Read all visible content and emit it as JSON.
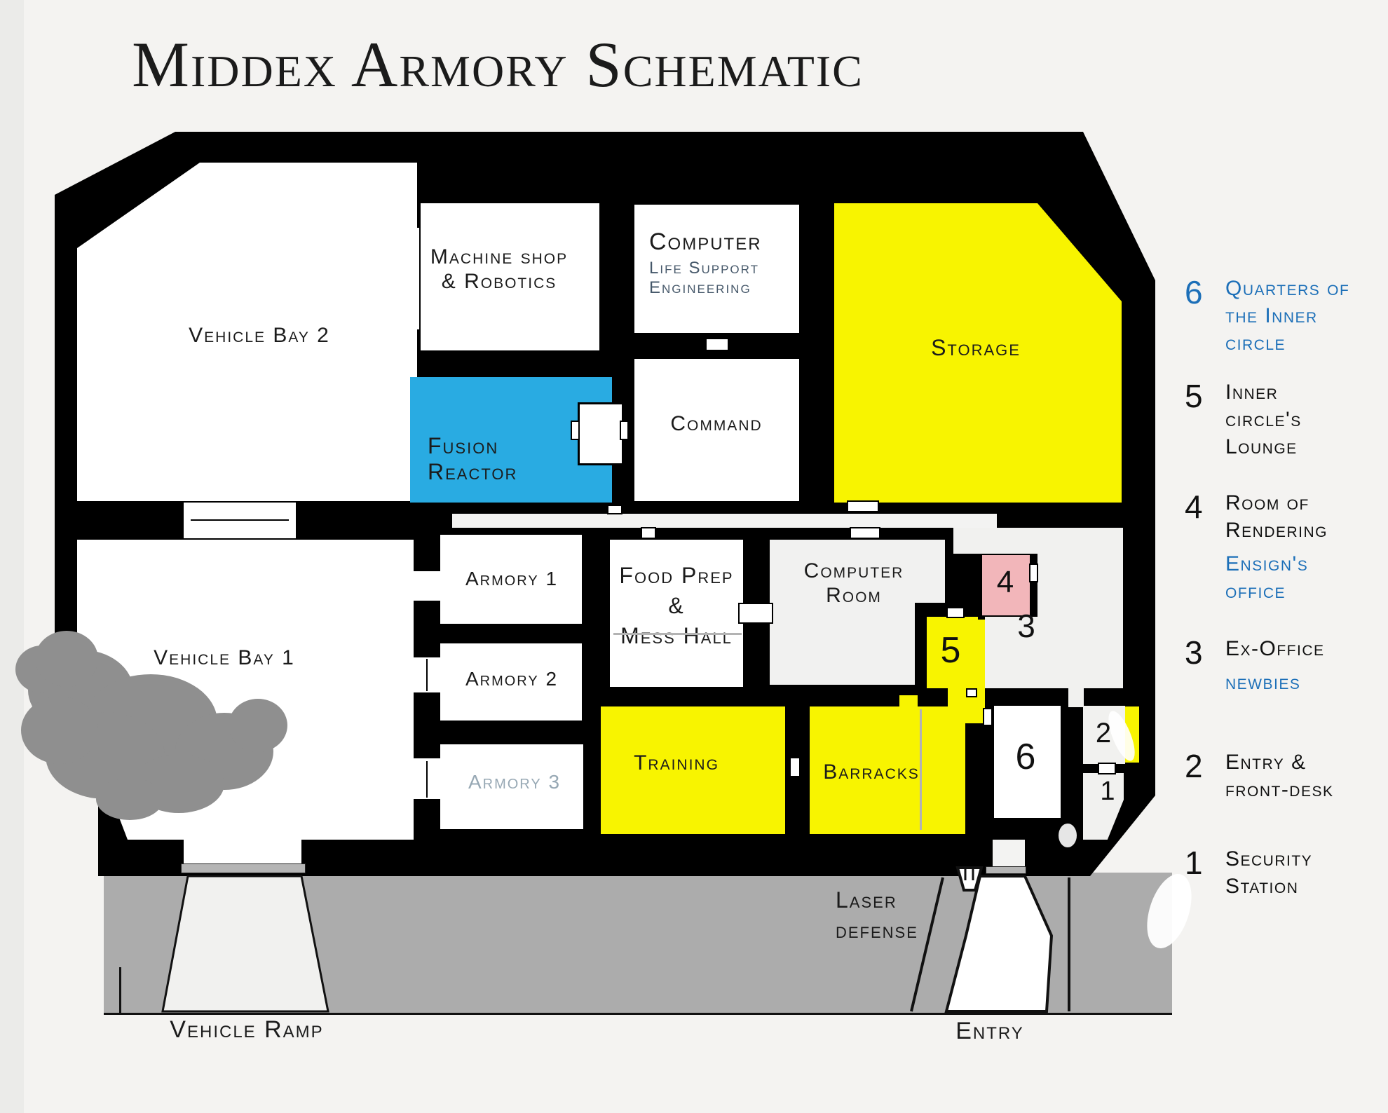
{
  "title": "Middex Armory Schematic",
  "rooms": {
    "vehicle_bay_2": {
      "label": "Vehicle Bay 2"
    },
    "vehicle_bay_1": {
      "label": "Vehicle Bay 1"
    },
    "machine_shop": {
      "line1": "Machine shop",
      "line2": "& Robotics"
    },
    "computer_lse": {
      "line1": "Computer",
      "line2": "Life Support",
      "line3": "Engineering"
    },
    "command": {
      "label": "Command"
    },
    "fusion_reactor": {
      "line1": "Fusion",
      "line2": "Reactor"
    },
    "storage": {
      "label": "Storage"
    },
    "armory_1": {
      "label": "Armory 1"
    },
    "armory_2": {
      "label": "Armory 2"
    },
    "armory_3": {
      "label": "Armory 3"
    },
    "food_prep": {
      "line1": "Food Prep",
      "line2": "&",
      "line3": "Mess Hall"
    },
    "computer_room": {
      "line1": "Computer",
      "line2": "Room"
    },
    "training": {
      "label": "Training"
    },
    "barracks": {
      "label": "Barracks"
    }
  },
  "room_numbers": {
    "n1": "1",
    "n2": "2",
    "n3": "3",
    "n4": "4",
    "n5": "5",
    "n6": "6"
  },
  "legend": {
    "items": [
      {
        "num": "6",
        "color": "blue",
        "lines": [
          "Quarters of",
          "the Inner",
          "circle"
        ]
      },
      {
        "num": "5",
        "color": "black",
        "lines": [
          "Inner",
          "circle's",
          "Lounge"
        ]
      },
      {
        "num": "4",
        "color": "black",
        "lines": [
          "Room of",
          "Rendering"
        ],
        "sub_lines": [
          "Ensign's",
          "office"
        ],
        "sub_color": "blue"
      },
      {
        "num": "3",
        "color": "black",
        "lines": [
          "Ex-Office"
        ],
        "sub_lines": [
          "newbies"
        ],
        "sub_color": "blue"
      },
      {
        "num": "2",
        "color": "black",
        "lines": [
          "Entry &",
          "front-desk"
        ]
      },
      {
        "num": "1",
        "color": "black",
        "lines": [
          "Security",
          "Station"
        ]
      }
    ]
  },
  "site_labels": {
    "vehicle_ramp": "Vehicle Ramp",
    "entry": "Entry",
    "laser_line1": "Laser",
    "laser_line2": "defense"
  },
  "colors": {
    "wall": "#000000",
    "room_yellow": "#f8f400",
    "reactor_blue": "#29abe2",
    "room4_pink": "#f2b6ba",
    "apron_gray": "#acacac",
    "tree_gray": "#8f8f8f",
    "legend_blue": "#1c6fb8",
    "background": "#f4f3f1"
  }
}
